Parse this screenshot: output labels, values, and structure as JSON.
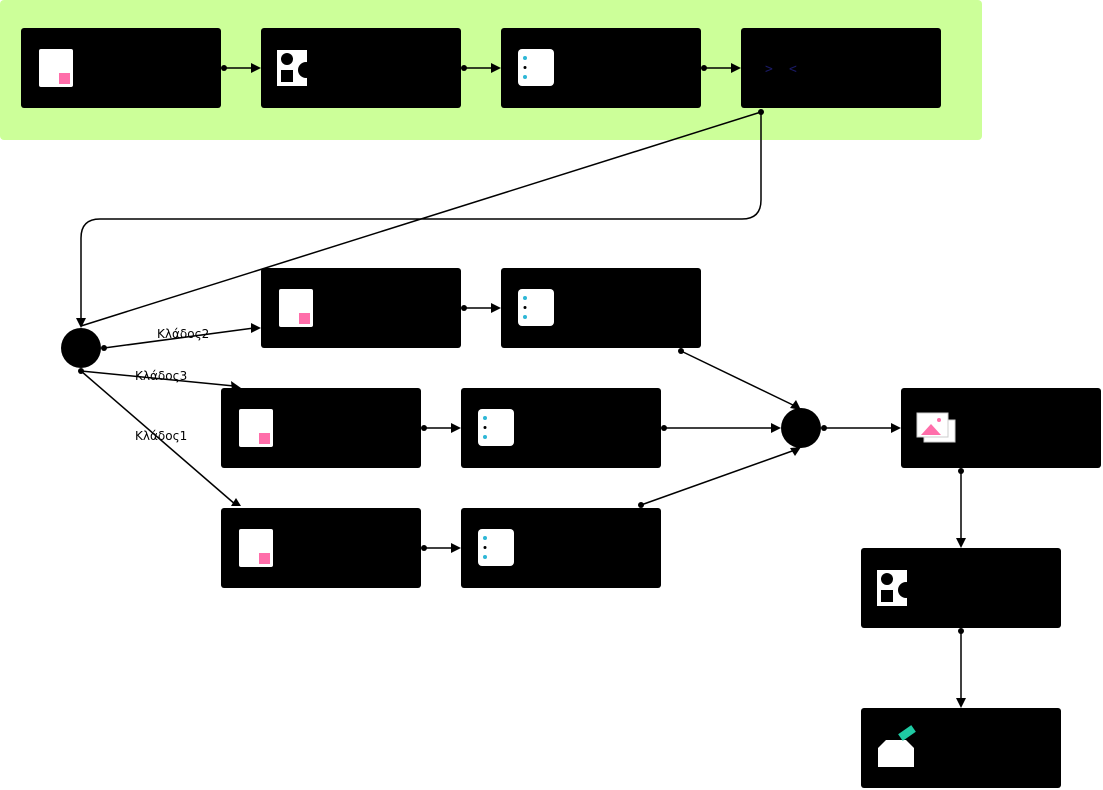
{
  "diagram": {
    "branch_labels": {
      "branch_2": "Κλάδος2",
      "branch_3": "Κλάδος3",
      "branch_1": "Κλάδος1"
    },
    "stages": {
      "top": [
        {
          "id": "t1",
          "icon": "document-icon"
        },
        {
          "id": "t2",
          "icon": "shapes-icon"
        },
        {
          "id": "t3",
          "icon": "list-icon"
        },
        {
          "id": "t4",
          "icon": "code-icon"
        }
      ],
      "branch_2": [
        {
          "id": "b2a",
          "icon": "document-icon"
        },
        {
          "id": "b2b",
          "icon": "list-icon"
        }
      ],
      "branch_3": [
        {
          "id": "b3a",
          "icon": "document-icon"
        },
        {
          "id": "b3b",
          "icon": "list-icon"
        }
      ],
      "branch_1": [
        {
          "id": "b1a",
          "icon": "document-icon"
        },
        {
          "id": "b1b",
          "icon": "list-icon"
        }
      ],
      "output": [
        {
          "id": "o1",
          "icon": "image-icon"
        },
        {
          "id": "o2",
          "icon": "shapes-icon"
        },
        {
          "id": "o3",
          "icon": "inbox-icon"
        }
      ]
    },
    "colors": {
      "group_background": "#ccff99",
      "box_fill": "#000000",
      "document_accent": "#ff6eaa",
      "list_accent": "#2eb7d6",
      "image_accent": "#ff6eaa",
      "inbox_accent": "#1fcaa3"
    }
  }
}
